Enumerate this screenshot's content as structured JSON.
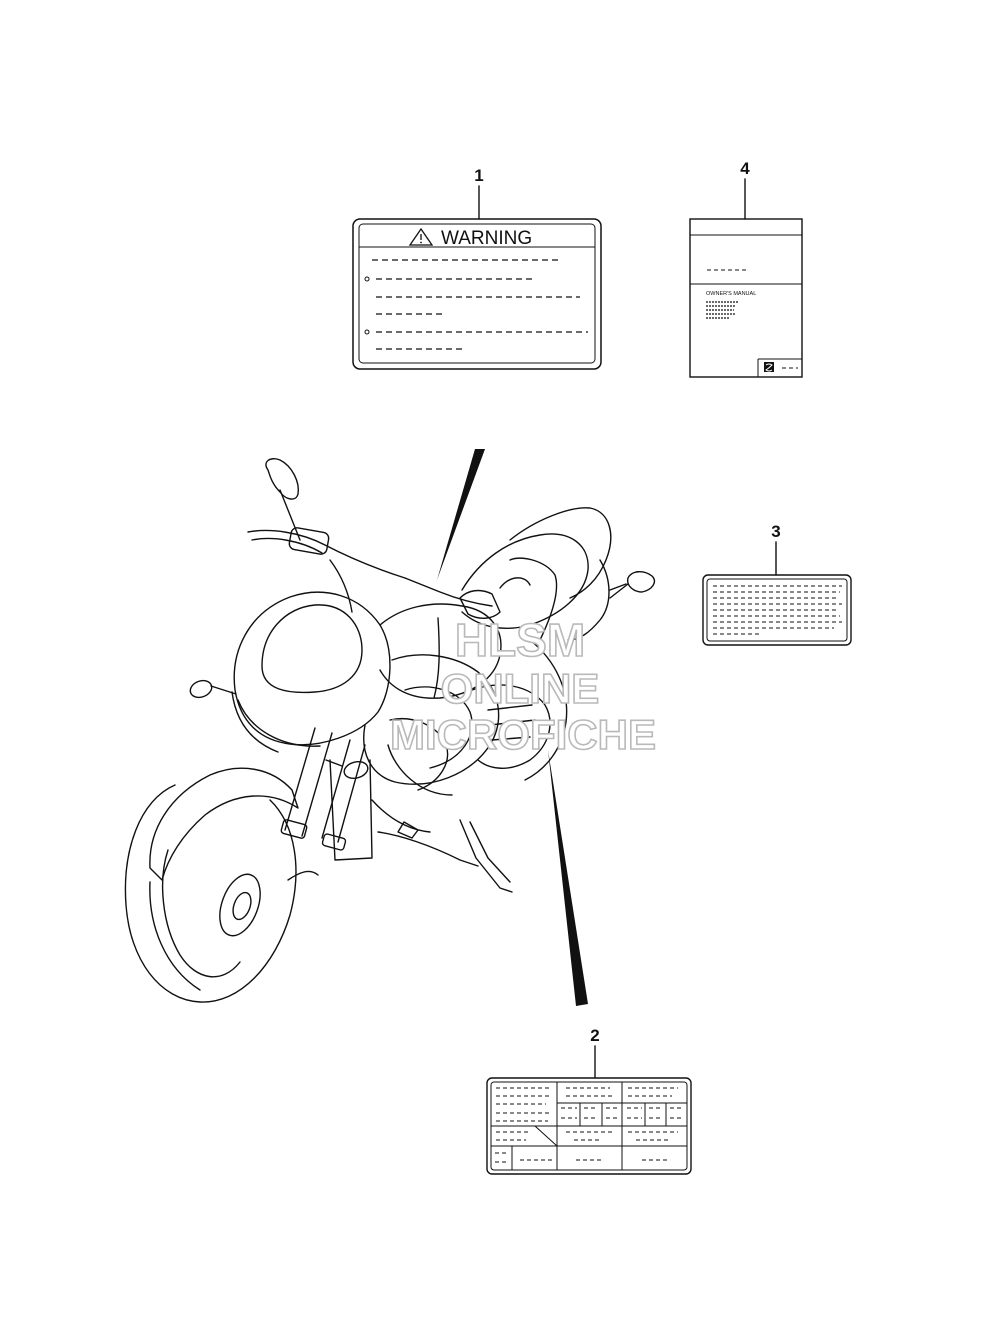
{
  "callouts": {
    "part1": "1",
    "part2": "2",
    "part3": "3",
    "part4": "4"
  },
  "warning_label": {
    "title": "WARNING"
  },
  "owners_manual": {
    "caption": "OWNER'S MANUAL"
  },
  "watermark": {
    "line1": "HLSM",
    "line2": "ONLINE",
    "line3": "MICROFICHE"
  }
}
